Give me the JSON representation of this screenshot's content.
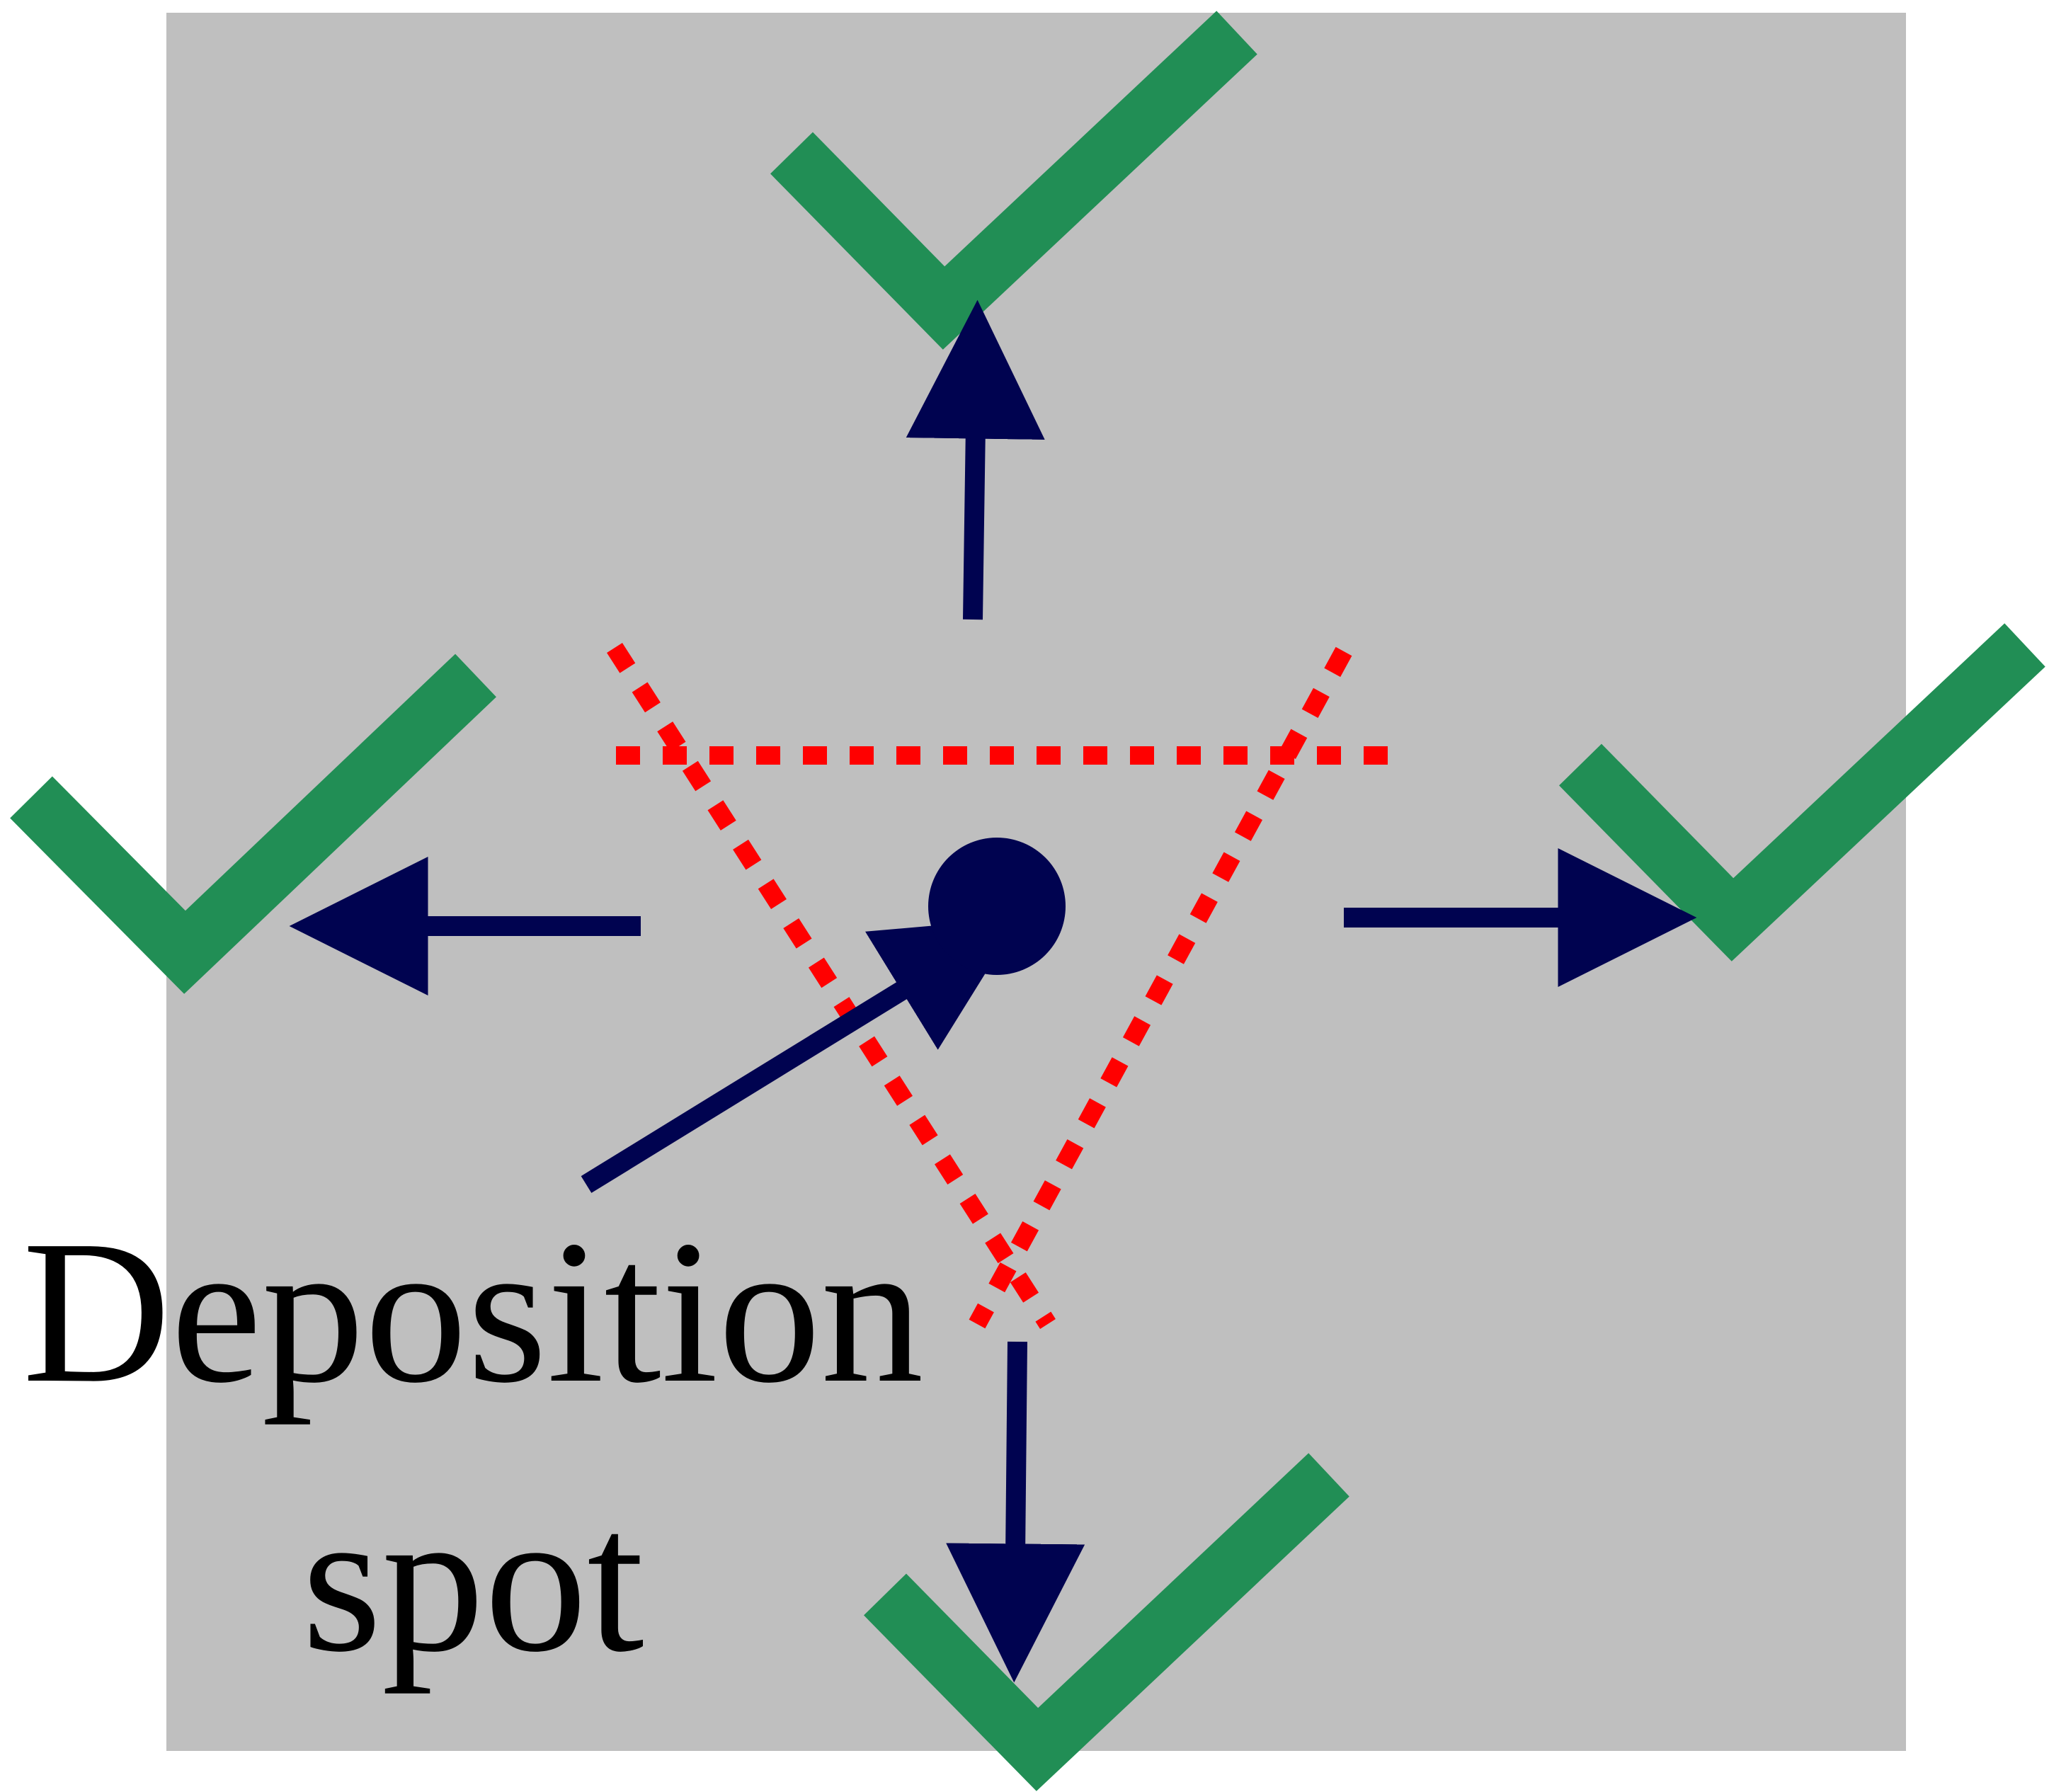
{
  "label": {
    "line1": "Deposition",
    "line2": "spot"
  },
  "colors": {
    "substrate": "#bfbfbf",
    "checkmark": "#218e55",
    "arrow": "#000350",
    "spot": "#000350",
    "dashed_lines": "#ff0000",
    "text": "#000000"
  },
  "icons": {
    "check": "check-icon",
    "arrow": "arrow-icon",
    "spot": "deposition-spot-dot"
  }
}
